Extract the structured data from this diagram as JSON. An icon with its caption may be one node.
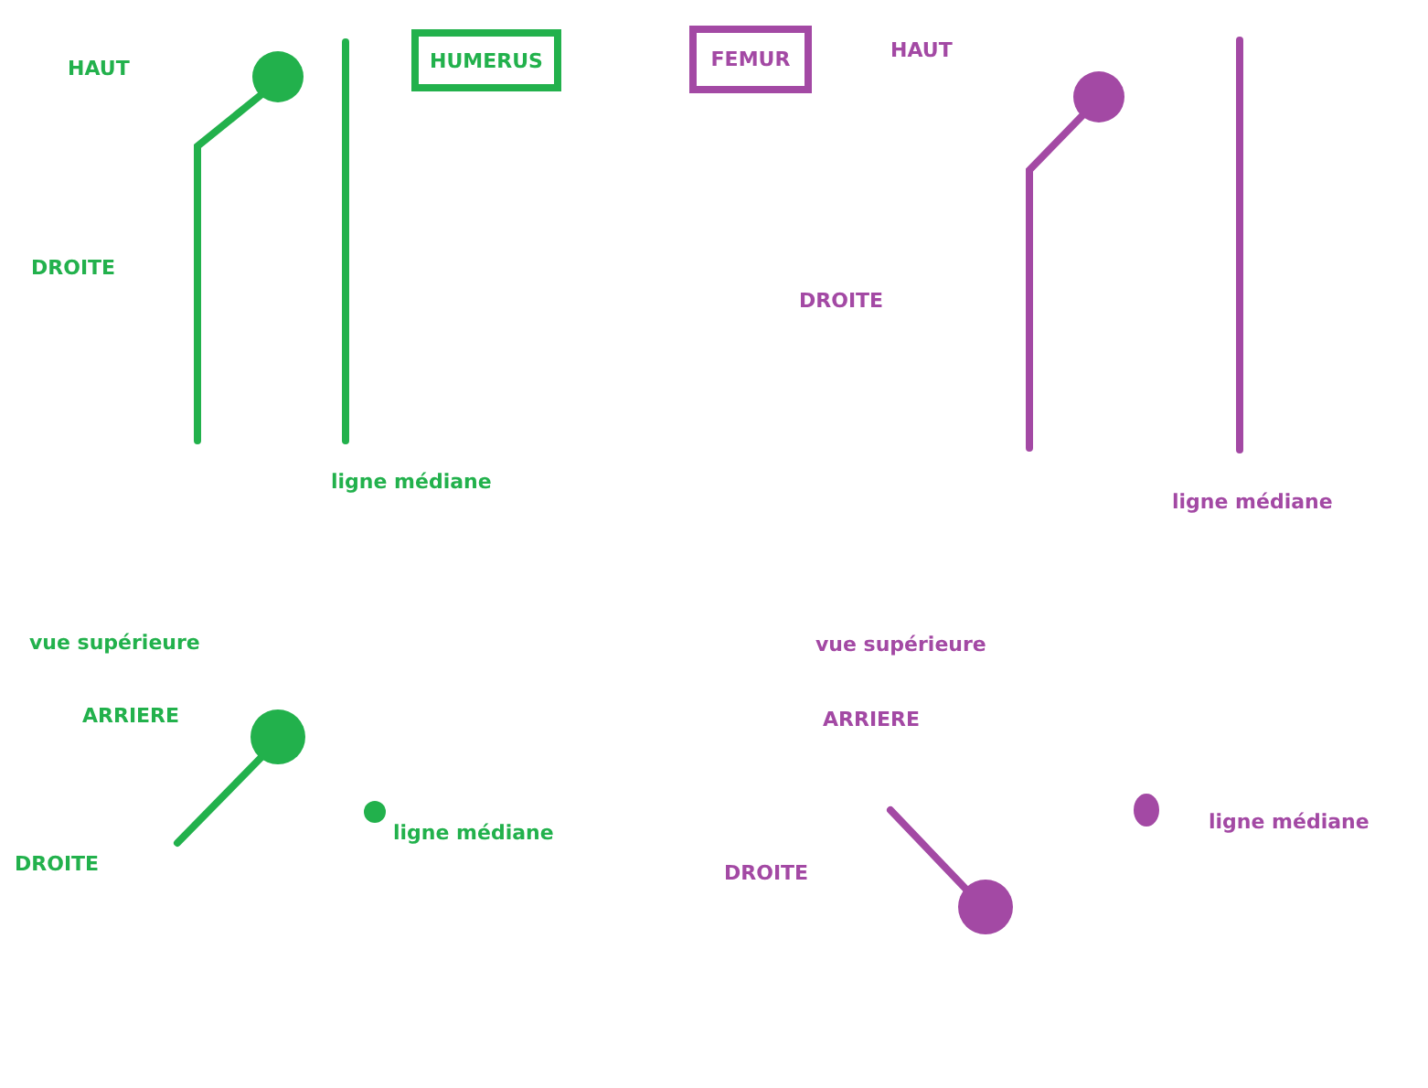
{
  "diagram": {
    "nodes": [
      {
        "text": [
          "HUMERUS"
        ]
      },
      {
        "text": [
          "FEMUR"
        ]
      }
    ],
    "edges": [],
    "labels": [
      "HAUT",
      "HAUT",
      "DROITE",
      "DROITE",
      "ligne médiane",
      "ligne médiane",
      "vue supérieure",
      "vue supérieure",
      "ARRIERE",
      "ARRIERE",
      "ligne médiane",
      "ligne médiane",
      "DROITE",
      "DROITE"
    ]
  }
}
